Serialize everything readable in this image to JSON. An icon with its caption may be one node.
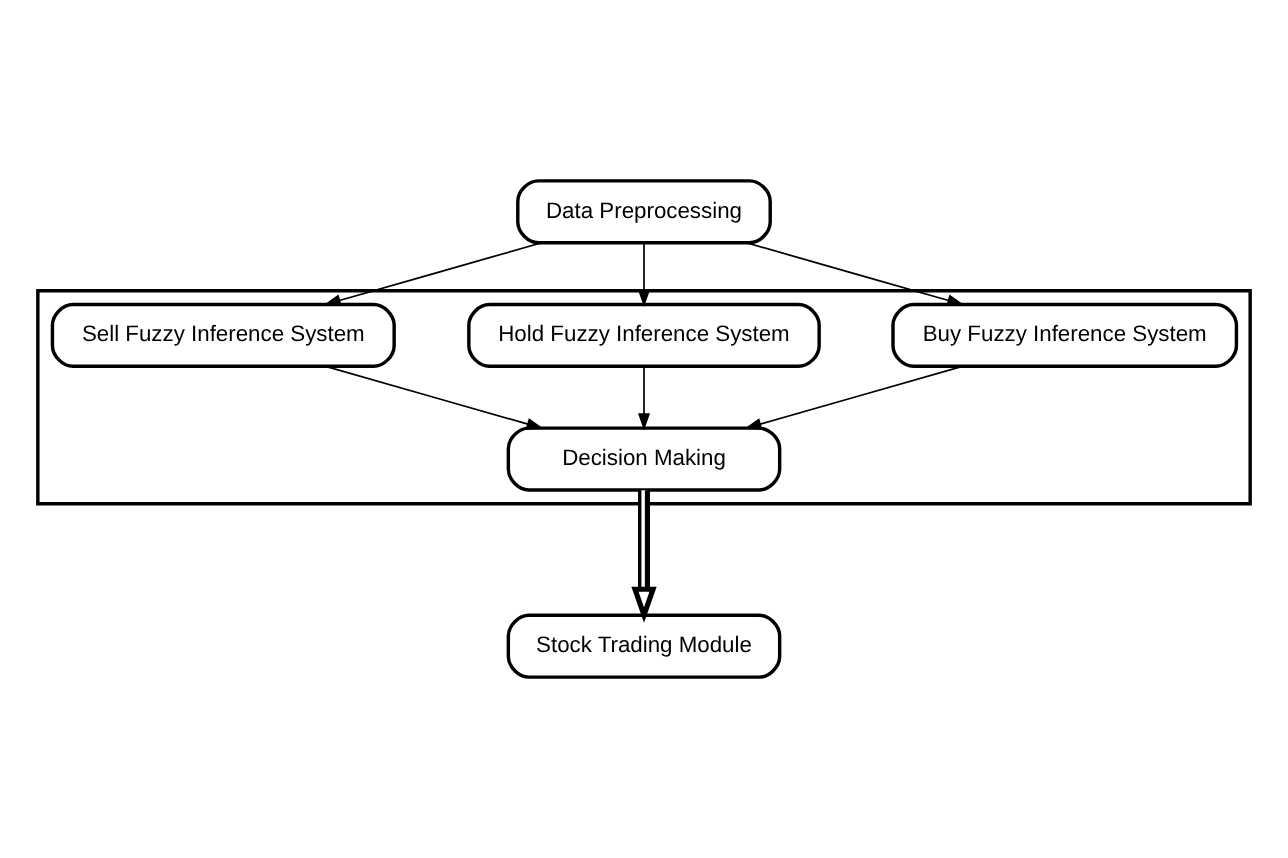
{
  "diagram": {
    "nodes": [
      {
        "text": [
          "Data Preprocessing"
        ]
      },
      {
        "text": [],
        "shape": "box"
      },
      {
        "text": [
          "Buy Fuzzy Inference System"
        ],
        "in": 1
      },
      {
        "text": [
          "Hold Fuzzy Inference System"
        ],
        "in": 1
      },
      {
        "text": [
          "Sell Fuzzy Inference System"
        ],
        "in": 1
      },
      {
        "text": [
          "Decision Making"
        ],
        "in": 1
      },
      {
        "text": [
          "Stock Trading Module"
        ]
      }
    ],
    "edges": [
      {
        "from": 0,
        "to": 2,
        "arrow": "to"
      },
      {
        "from": 0,
        "to": 3,
        "arrow": "to"
      },
      {
        "from": 0,
        "to": 4,
        "arrow": "to"
      },
      {
        "from": 2,
        "to": 5,
        "arrow": "to"
      },
      {
        "from": 3,
        "to": 5,
        "arrow": "to"
      },
      {
        "from": 4,
        "to": 5,
        "arrow": "to"
      },
      {
        "from": 5,
        "to": 6,
        "arrow": "to",
        "style": "thick"
      }
    ]
  }
}
